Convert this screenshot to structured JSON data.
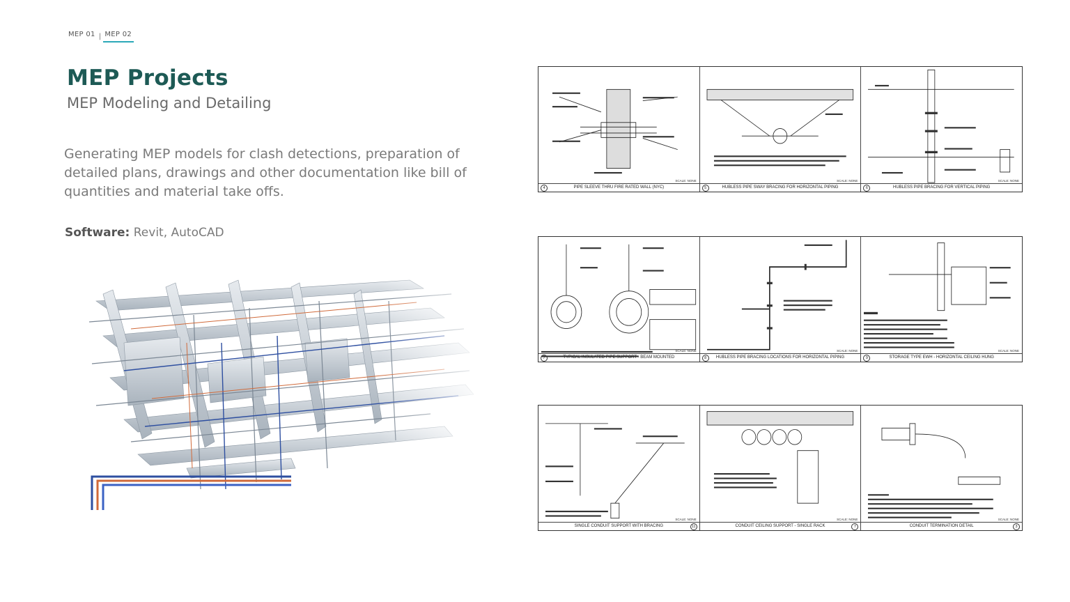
{
  "nav": {
    "item1": "MEP 01",
    "separator": "|",
    "item2": "MEP 02"
  },
  "header": {
    "title": "MEP Projects",
    "subtitle": "MEP Modeling and Detailing"
  },
  "description": "Generating MEP models for clash detections, preparation of detailed plans, drawings and other documentation like bill of quantities and material take offs.",
  "software": {
    "label": "Software:",
    "value": "Revit, AutoCAD"
  },
  "scale_label": "SCALE: NONE",
  "sheets": [
    {
      "panels": [
        {
          "num": "4",
          "caption": "PIPE SLEEVE THRU FIRE RATED WALL (NYC)"
        },
        {
          "num": "5",
          "caption": "HUBLESS PIPE SWAY BRACING FOR HORIZONTAL PIPING"
        },
        {
          "num": "6",
          "caption": "HUBLESS PIPE BRACING FOR VERTICAL PIPING"
        }
      ]
    },
    {
      "panels": [
        {
          "num": "7",
          "caption": "TYPICAL INSULATED PIPE SUPPORT - BEAM MOUNTED"
        },
        {
          "num": "8",
          "caption": "HUBLESS PIPE BRACING LOCATIONS FOR HORIZONTAL PIPING"
        },
        {
          "num": "9",
          "caption": "STORAGE TYPE EWH - HORIZONTAL CEILING HUNG"
        }
      ]
    },
    {
      "panels": [
        {
          "num": "11",
          "caption": "SINGLE CONDUIT SUPPORT WITH BRACING"
        },
        {
          "num": "7",
          "caption": "CONDUIT CEILING SUPPORT - SINGLE RACK"
        },
        {
          "num": "3",
          "caption": "CONDUIT TERMINATION DETAIL"
        }
      ]
    }
  ],
  "colors": {
    "title": "#1d5a55",
    "accent": "#2ba8b8",
    "pipe_blue": "#2e4fa0",
    "pipe_orange": "#d06a3a"
  }
}
